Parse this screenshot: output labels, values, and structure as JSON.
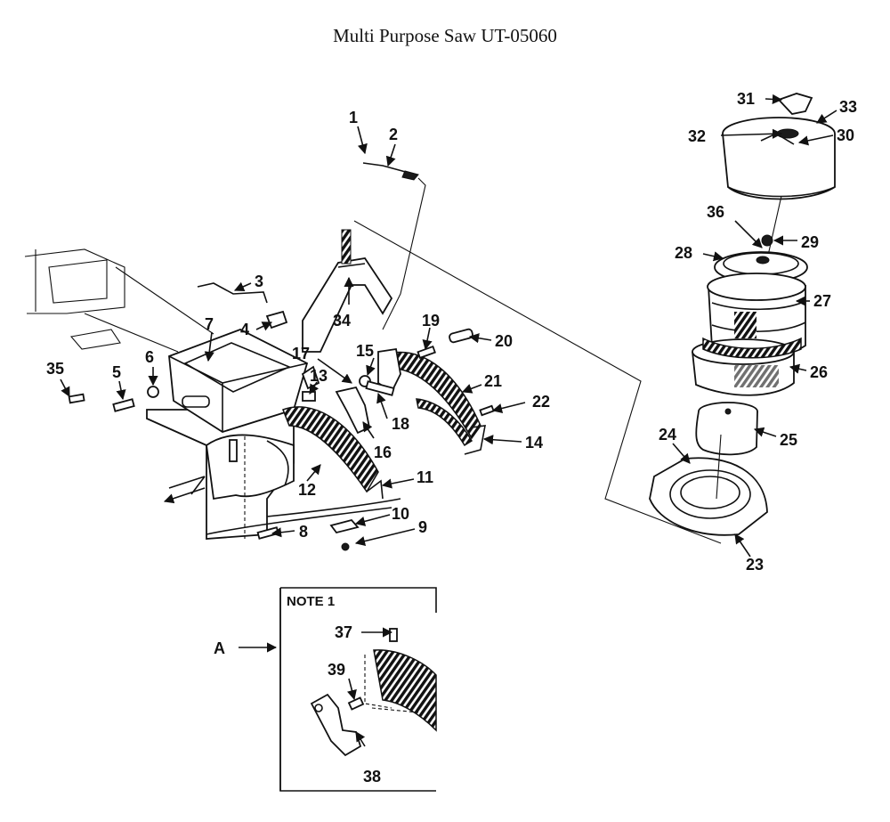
{
  "title": "Multi Purpose Saw UT-05060",
  "callouts": [
    {
      "id": "c1",
      "label": "1"
    },
    {
      "id": "c2",
      "label": "2"
    },
    {
      "id": "c3",
      "label": "3"
    },
    {
      "id": "c4",
      "label": "4"
    },
    {
      "id": "c5",
      "label": "5"
    },
    {
      "id": "c6",
      "label": "6"
    },
    {
      "id": "c7",
      "label": "7"
    },
    {
      "id": "c8",
      "label": "8"
    },
    {
      "id": "c9",
      "label": "9"
    },
    {
      "id": "c10",
      "label": "10"
    },
    {
      "id": "c11",
      "label": "11"
    },
    {
      "id": "c12",
      "label": "12"
    },
    {
      "id": "c13",
      "label": "13"
    },
    {
      "id": "c14",
      "label": "14"
    },
    {
      "id": "c15",
      "label": "15"
    },
    {
      "id": "c16",
      "label": "16"
    },
    {
      "id": "c17",
      "label": "17"
    },
    {
      "id": "c18",
      "label": "18"
    },
    {
      "id": "c19",
      "label": "19"
    },
    {
      "id": "c20",
      "label": "20"
    },
    {
      "id": "c21",
      "label": "21"
    },
    {
      "id": "c22",
      "label": "22"
    },
    {
      "id": "c23",
      "label": "23"
    },
    {
      "id": "c24",
      "label": "24"
    },
    {
      "id": "c25",
      "label": "25"
    },
    {
      "id": "c26",
      "label": "26"
    },
    {
      "id": "c27",
      "label": "27"
    },
    {
      "id": "c28",
      "label": "28"
    },
    {
      "id": "c29",
      "label": "29"
    },
    {
      "id": "c30",
      "label": "30"
    },
    {
      "id": "c31",
      "label": "31"
    },
    {
      "id": "c32",
      "label": "32"
    },
    {
      "id": "c33",
      "label": "33"
    },
    {
      "id": "c34",
      "label": "34"
    },
    {
      "id": "c35",
      "label": "35"
    },
    {
      "id": "c36",
      "label": "36"
    },
    {
      "id": "c37",
      "label": "37"
    },
    {
      "id": "c38",
      "label": "38"
    },
    {
      "id": "c39",
      "label": "39"
    }
  ],
  "note": {
    "heading": "NOTE 1",
    "marker": "A"
  }
}
